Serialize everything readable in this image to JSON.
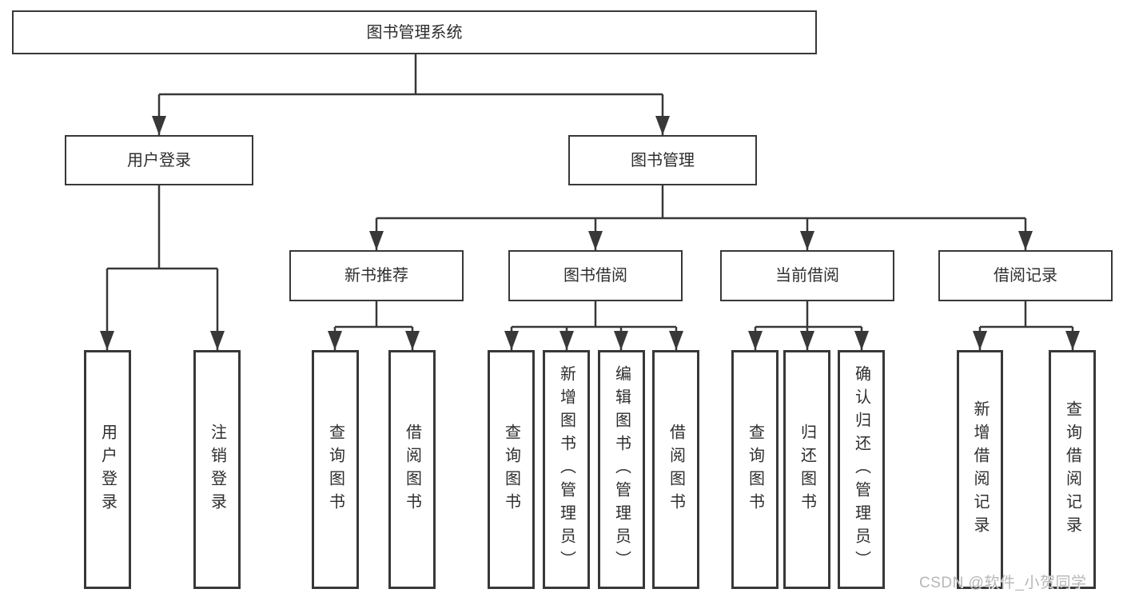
{
  "diagram": {
    "title": "图书管理系统",
    "root": {
      "label": "图书管理系统"
    },
    "branches": [
      {
        "label": "用户登录",
        "children": [
          {
            "label": "用户登录"
          },
          {
            "label": "注销登录"
          }
        ]
      },
      {
        "label": "图书管理",
        "children": [
          {
            "label": "新书推荐",
            "children": [
              {
                "label": "查询图书"
              },
              {
                "label": "借阅图书"
              }
            ]
          },
          {
            "label": "图书借阅",
            "children": [
              {
                "label": "查询图书"
              },
              {
                "label": "新增图书（管理员）"
              },
              {
                "label": "编辑图书（管理员）"
              },
              {
                "label": "借阅图书"
              }
            ]
          },
          {
            "label": "当前借阅",
            "children": [
              {
                "label": "查询图书"
              },
              {
                "label": "归还图书"
              },
              {
                "label": "确认归还（管理员）"
              }
            ]
          },
          {
            "label": "借阅记录",
            "children": [
              {
                "label": "新增借阅记录"
              },
              {
                "label": "查询借阅记录"
              }
            ]
          }
        ]
      }
    ]
  },
  "watermark": {
    "text": "CSDN @软件_小贺同学"
  },
  "colors": {
    "line": "#383838",
    "text": "#2e2e2e",
    "background": "#ffffff",
    "watermark": "#b7b7b7"
  }
}
